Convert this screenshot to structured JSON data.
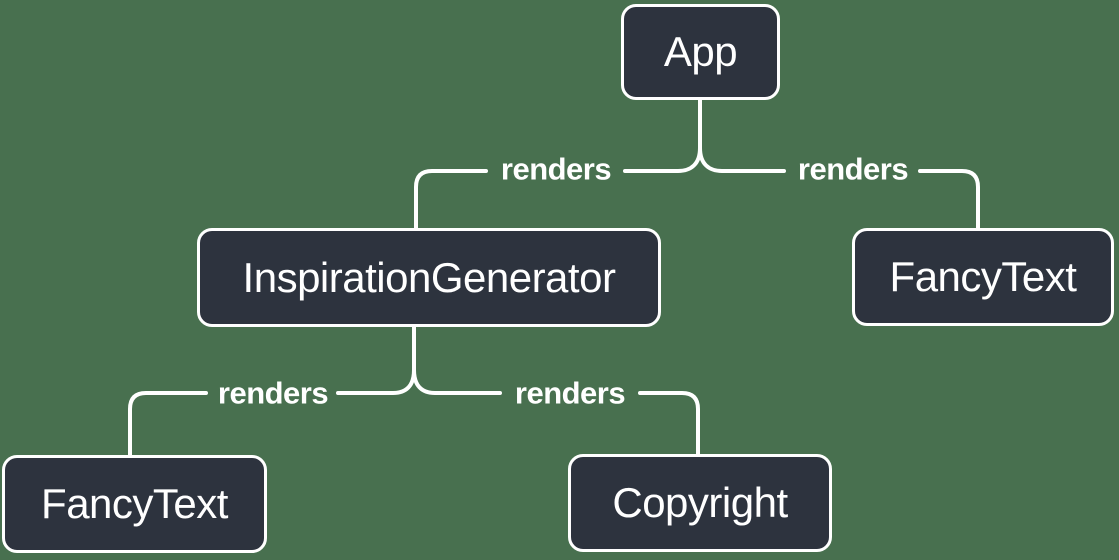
{
  "diagram": {
    "title": "react-render-tree",
    "colors": {
      "background": "#48704f",
      "node_fill": "#2d333e",
      "node_border": "#ffffff",
      "line": "#ffffff",
      "text": "#ffffff"
    },
    "nodes": [
      {
        "id": "app",
        "label": "App"
      },
      {
        "id": "inspiration-generator",
        "label": "InspirationGenerator"
      },
      {
        "id": "fancy-text-right",
        "label": "FancyText"
      },
      {
        "id": "fancy-text-bottom",
        "label": "FancyText"
      },
      {
        "id": "copyright",
        "label": "Copyright"
      }
    ],
    "edges": [
      {
        "from": "App",
        "to": "InspirationGenerator",
        "label": "renders"
      },
      {
        "from": "App",
        "to": "FancyText",
        "label": "renders"
      },
      {
        "from": "InspirationGenerator",
        "to": "FancyText",
        "label": "renders"
      },
      {
        "from": "InspirationGenerator",
        "to": "Copyright",
        "label": "renders"
      }
    ]
  }
}
